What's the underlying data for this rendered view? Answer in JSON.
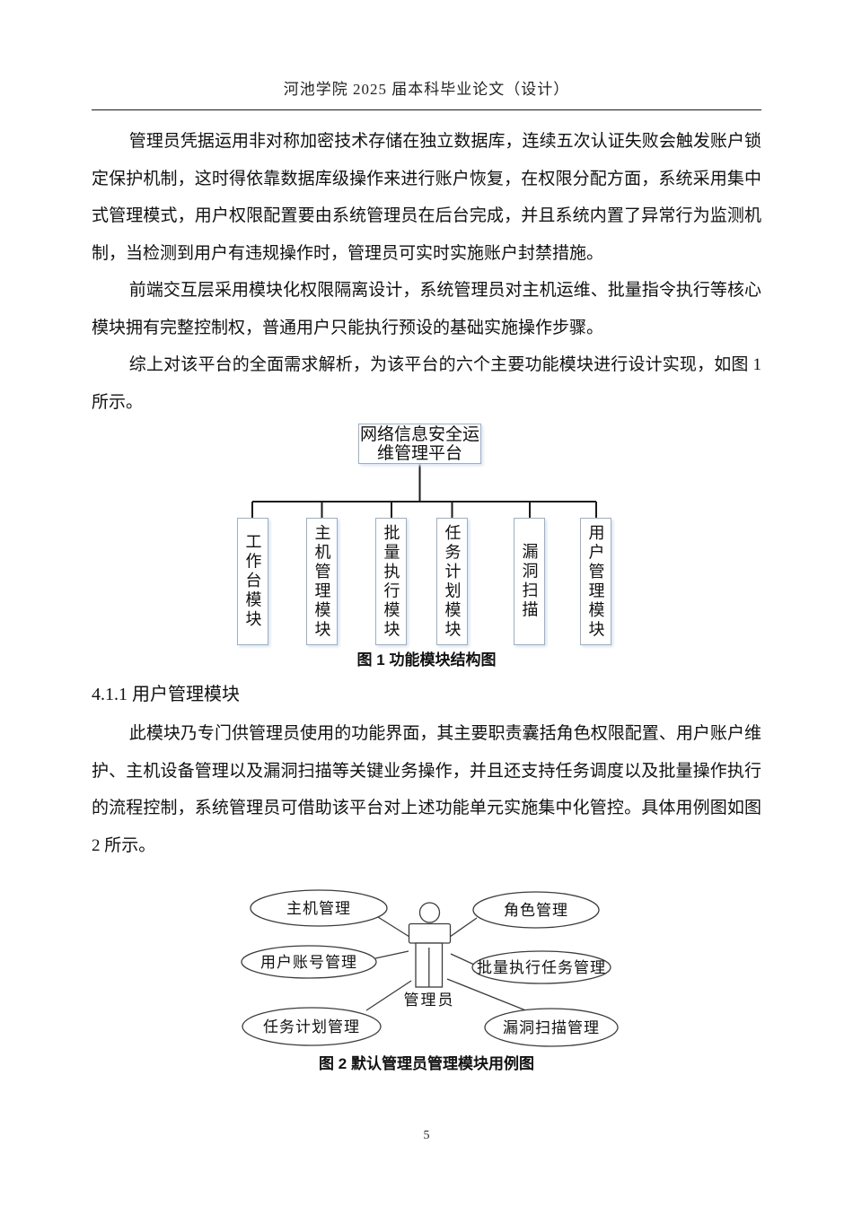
{
  "page": {
    "header": "河池学院 2025 届本科毕业论文（设计）",
    "page_number": "5"
  },
  "paragraphs": {
    "p1": "管理员凭据运用非对称加密技术存储在独立数据库，连续五次认证失败会触发账户锁定保护机制，这时得依靠数据库级操作来进行账户恢复，在权限分配方面，系统采用集中式管理模式，用户权限配置要由系统管理员在后台完成，并且系统内置了异常行为监测机制，当检测到用户有违规操作时，管理员可实时实施账户封禁措施。",
    "p2": "前端交互层采用模块化权限隔离设计，系统管理员对主机运维、批量指令执行等核心模块拥有完整控制权，普通用户只能执行预设的基础实施操作步骤。",
    "p3": "综上对该平台的全面需求解析，为该平台的六个主要功能模块进行设计实现，如图 1 所示。",
    "p4": "此模块乃专门供管理员使用的功能界面，其主要职责囊括角色权限配置、用户账户维护、主机设备管理以及漏洞扫描等关键业务操作，并且还支持任务调度以及批量操作执行的流程控制，系统管理员可借助该平台对上述功能单元实施集中化管控。具体用例图如图 2 所示。"
  },
  "section": {
    "heading": "4.1.1 用户管理模块"
  },
  "figure1": {
    "root_full": "网络信息安全运维管理平台",
    "root_lines": [
      "网络信息安全运",
      "维管理平台"
    ],
    "boxes": [
      {
        "label": "工作台模块"
      },
      {
        "label": "主机管理模块"
      },
      {
        "label": "批量执行模块"
      },
      {
        "label": "任务计划模块"
      },
      {
        "label": "漏洞扫描"
      },
      {
        "label": "用户管理模块"
      }
    ],
    "caption": "图 1 功能模块结构图",
    "box_border_color": "#9dafc4"
  },
  "figure2": {
    "actor": "管理员",
    "usecases": [
      {
        "label": "主机管理"
      },
      {
        "label": "角色管理"
      },
      {
        "label": "用户账号管理"
      },
      {
        "label": "批量执行任务管理"
      },
      {
        "label": "任务计划管理"
      },
      {
        "label": "漏洞扫描管理"
      }
    ],
    "caption": "图 2 默认管理员管理模块用例图"
  }
}
